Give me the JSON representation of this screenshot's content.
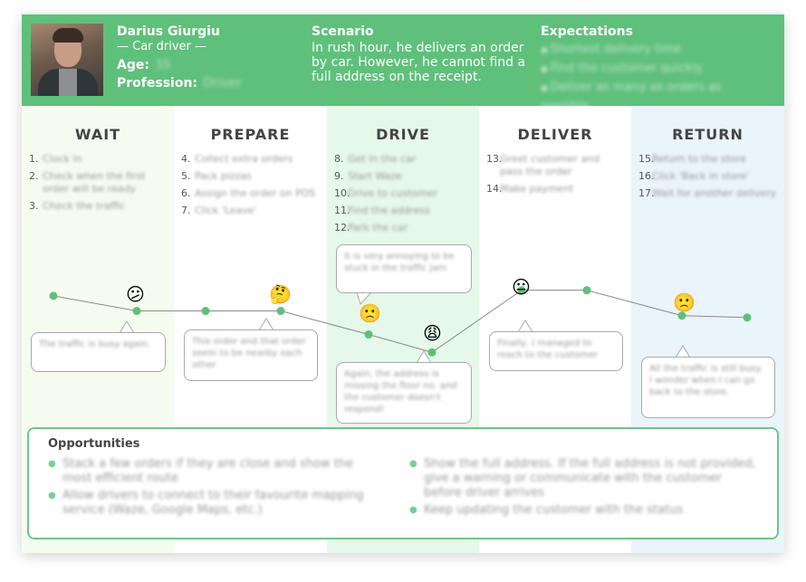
{
  "persona": {
    "name": "Darius Giurgiu",
    "role": "— Car driver —",
    "age_label": "Age:",
    "age_value": "35",
    "profession_label": "Profession:",
    "profession_value": "Driver"
  },
  "scenario": {
    "title": "Scenario",
    "text": "In rush hour, he delivers an order by car. However, he cannot find a full address on the receipt."
  },
  "expectations": {
    "title": "Expectations",
    "items": [
      "Shortest delivery time",
      "Find the customer quickly",
      "Deliver as many as orders as possible"
    ]
  },
  "stages": [
    {
      "title": "WAIT",
      "color": "#f5fcef",
      "steps": [
        {
          "num": "1.",
          "text": "Clock in"
        },
        {
          "num": "2.",
          "text": "Check when the first order will be ready"
        },
        {
          "num": "3.",
          "text": "Check the traffic"
        }
      ]
    },
    {
      "title": "PREPARE",
      "color": "#ffffff",
      "steps": [
        {
          "num": "4.",
          "text": "Collect extra orders"
        },
        {
          "num": "5.",
          "text": "Pack pizzas"
        },
        {
          "num": "6.",
          "text": "Assign the order on POS"
        },
        {
          "num": "7.",
          "text": "Click 'Leave'"
        }
      ]
    },
    {
      "title": "DRIVE",
      "color": "#e6f8ea",
      "steps": [
        {
          "num": "8.",
          "text": "Get in the car"
        },
        {
          "num": "9.",
          "text": "Start Waze"
        },
        {
          "num": "10.",
          "text": "Drive to customer"
        },
        {
          "num": "11.",
          "text": "Find the address"
        },
        {
          "num": "12.",
          "text": "Park the car"
        }
      ]
    },
    {
      "title": "DELIVER",
      "color": "#ffffff",
      "steps": [
        {
          "num": "13.",
          "text": "Greet customer and pass the order"
        },
        {
          "num": "14.",
          "text": "Make payment"
        }
      ]
    },
    {
      "title": "RETURN",
      "color": "#eaf4fb",
      "steps": [
        {
          "num": "15.",
          "text": "Return to the store"
        },
        {
          "num": "16.",
          "text": "Click 'Back in store'"
        },
        {
          "num": "17.",
          "text": "Wait for another delivery"
        }
      ]
    }
  ],
  "emotions": [
    {
      "name": "frowning-emoji",
      "glyph": "😕"
    },
    {
      "name": "thinking-emoji",
      "glyph": "🤔"
    },
    {
      "name": "frowning-emoji",
      "glyph": "🙁"
    },
    {
      "name": "weary-emoji",
      "glyph": "😩"
    },
    {
      "name": "neutral-emoji",
      "glyph": "😐"
    },
    {
      "name": "frowning-emoji",
      "glyph": "🙁"
    }
  ],
  "thoughts": [
    "The traffic is busy again.",
    "This order and that order seem to be nearby each other",
    "It is very annoying to be stuck in the traffic jam",
    "Again, the address is missing the floor no. and the customer doesn't respond!",
    "Finally, I managed to reach to the customer",
    "All the traffic is still busy. I wonder when I can go back to the store."
  ],
  "journey_levels": [
    0.78,
    0.62,
    0.62,
    0.62,
    0.37,
    0.18,
    0.84,
    0.84,
    0.57,
    0.55
  ],
  "opportunities": {
    "title": "Opportunities",
    "left": [
      "Stack a few orders if they are close and show the most efficient route",
      "Allow drivers to connect to their favourite mapping service (Waze, Google Maps, etc.)"
    ],
    "right": [
      "Show the full address. If the full address is not provided, give a warning or communicate with the customer before driver arrives",
      "Keep updating the customer with the status"
    ]
  },
  "colors": {
    "header": "#5fc07b",
    "accent": "#5fc07b",
    "line": "#8a8a8a"
  }
}
